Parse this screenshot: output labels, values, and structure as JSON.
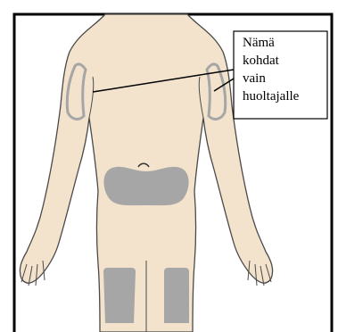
{
  "callout": {
    "lines": [
      "Nämä",
      "kohdat",
      "vain",
      "huoltajalle"
    ]
  },
  "colors": {
    "skin": "#f3e3cc",
    "outline": "#4a4a4a",
    "injection_area": "#a6a6a6",
    "frame": "#000000"
  }
}
